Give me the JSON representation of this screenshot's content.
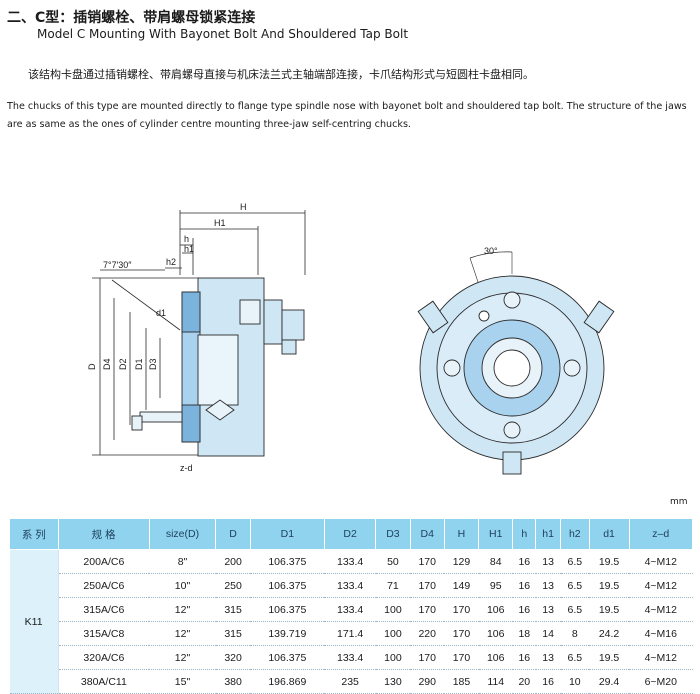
{
  "heading": {
    "title_cn": "二、C型：插销螺栓、带肩螺母锁紧连接",
    "title_en": "Model C Mounting With Bayonet Bolt And Shouldered Tap Bolt"
  },
  "description": {
    "cn": "该结构卡盘通过插销螺栓、带肩螺母直接与机床法兰式主轴端部连接，卡爪结构形式与短圆柱卡盘相同。",
    "en": "The chucks of this type are mounted directly to flange type spindle nose with bayonet bolt and shouldered tap bolt. The structure of the jaws are as same as the ones of cylinder centre mounting three-jaw self-centring chucks."
  },
  "drawing_labels": {
    "H": "H",
    "H1": "H1",
    "h": "h",
    "h1": "h1",
    "h2": "h2",
    "angle": "7°7′30″",
    "d1": "d1",
    "D": "D",
    "D4": "D4",
    "D2": "D2",
    "D1": "D1",
    "D3": "D3",
    "zd": "z-d",
    "angle30": "30°"
  },
  "unit": "mm",
  "table": {
    "headers": [
      "系 列",
      "规 格",
      "size(D)",
      "D",
      "D1",
      "D2",
      "D3",
      "D4",
      "H",
      "H1",
      "h",
      "h1",
      "h2",
      "d1",
      "z–d"
    ],
    "series": "K11",
    "rows": [
      [
        "200A/C6",
        "8\"",
        "200",
        "106.375",
        "133.4",
        "50",
        "170",
        "129",
        "84",
        "16",
        "13",
        "6.5",
        "19.5",
        "4~M12"
      ],
      [
        "250A/C6",
        "10\"",
        "250",
        "106.375",
        "133.4",
        "71",
        "170",
        "149",
        "95",
        "16",
        "13",
        "6.5",
        "19.5",
        "4~M12"
      ],
      [
        "315A/C6",
        "12\"",
        "315",
        "106.375",
        "133.4",
        "100",
        "170",
        "170",
        "106",
        "16",
        "13",
        "6.5",
        "19.5",
        "4~M12"
      ],
      [
        "315A/C8",
        "12\"",
        "315",
        "139.719",
        "171.4",
        "100",
        "220",
        "170",
        "106",
        "18",
        "14",
        "8",
        "24.2",
        "4~M16"
      ],
      [
        "320A/C6",
        "12\"",
        "320",
        "106.375",
        "133.4",
        "100",
        "170",
        "170",
        "106",
        "16",
        "13",
        "6.5",
        "19.5",
        "4~M12"
      ],
      [
        "380A/C11",
        "15\"",
        "380",
        "196.869",
        "235",
        "130",
        "290",
        "185",
        "114",
        "20",
        "16",
        "10",
        "29.4",
        "6~M20"
      ]
    ]
  }
}
